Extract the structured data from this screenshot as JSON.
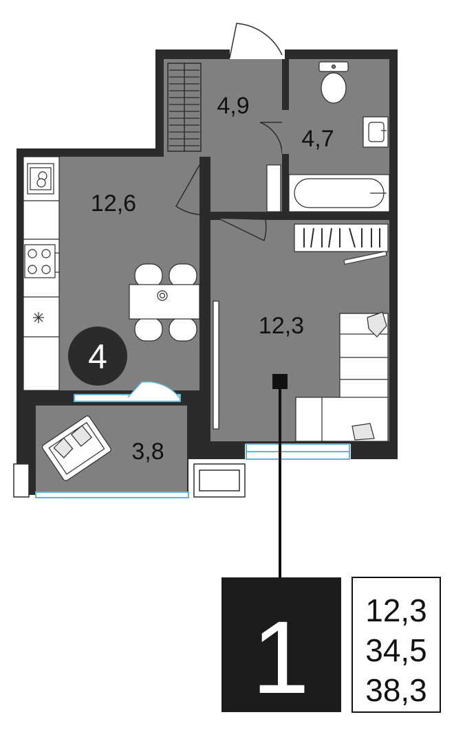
{
  "rooms": {
    "hall": "4,9",
    "bathroom": "4,7",
    "kitchen": "12,6",
    "living": "12,3",
    "balcony": "3,8"
  },
  "floor_marker": "4",
  "summary": {
    "rooms_count": "1",
    "living_area": "12,3",
    "total_area": "34,5",
    "total_with_balcony": "38,3"
  },
  "colors": {
    "wall": "#2b2b2b",
    "floor": "#808080",
    "window": "#5cb8d6",
    "furniture": "#ffffff",
    "label_box": "#1c1c1c"
  }
}
